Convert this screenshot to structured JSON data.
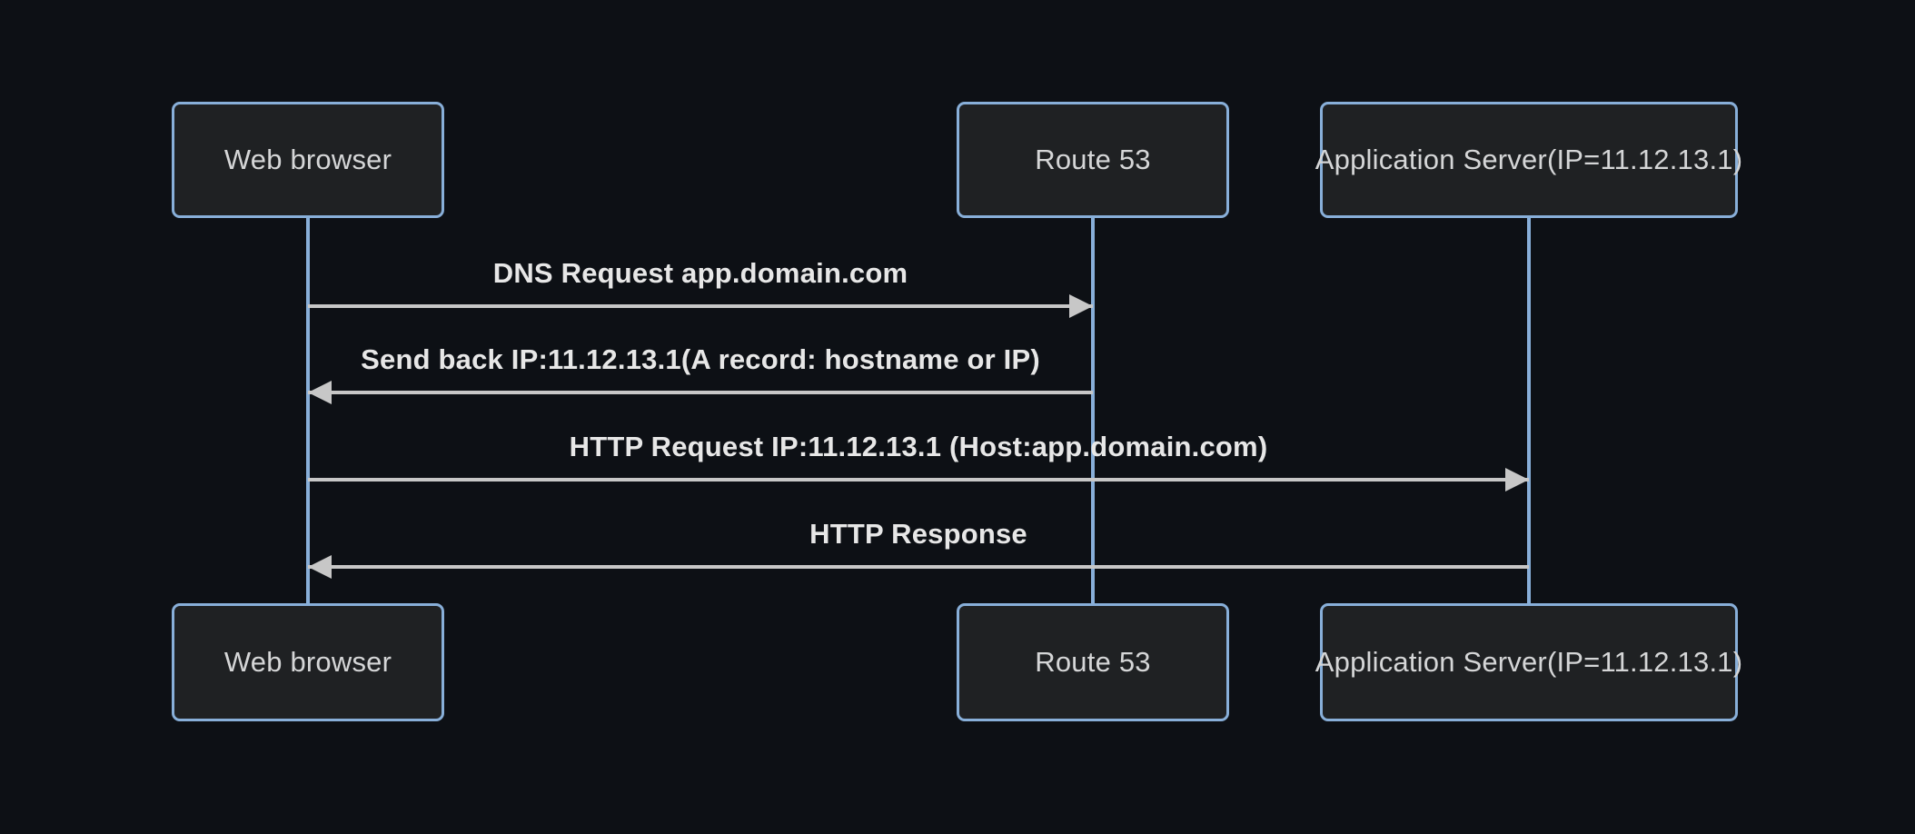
{
  "diagram": {
    "type": "sequence-diagram",
    "theme": "dark",
    "colors": {
      "background": "#0d1015",
      "actor_fill": "#1f2123",
      "actor_border": "#88afd9",
      "lifeline": "#88afd9",
      "arrow": "#c7c7c7",
      "actor_text": "#d5d6d7",
      "message_text": "#e7e7e7"
    },
    "actors": [
      {
        "label": "Web browser"
      },
      {
        "label": "Route 53"
      },
      {
        "label": "Application Server(IP=11.12.13.1)"
      }
    ],
    "messages": [
      {
        "label": "DNS Request app.domain.com",
        "from": "Web browser",
        "to": "Route 53",
        "direction": "right",
        "line_style": "solid"
      },
      {
        "label": "Send back IP:11.12.13.1(A record: hostname or IP)",
        "from": "Route 53",
        "to": "Web browser",
        "direction": "left",
        "line_style": "solid"
      },
      {
        "label": "HTTP Request IP:11.12.13.1 (Host:app.domain.com)",
        "from": "Web browser",
        "to": "Application Server(IP=11.12.13.1)",
        "direction": "right",
        "line_style": "solid"
      },
      {
        "label": "HTTP Response",
        "from": "Application Server(IP=11.12.13.1)",
        "to": "Web browser",
        "direction": "left",
        "line_style": "solid"
      }
    ]
  }
}
